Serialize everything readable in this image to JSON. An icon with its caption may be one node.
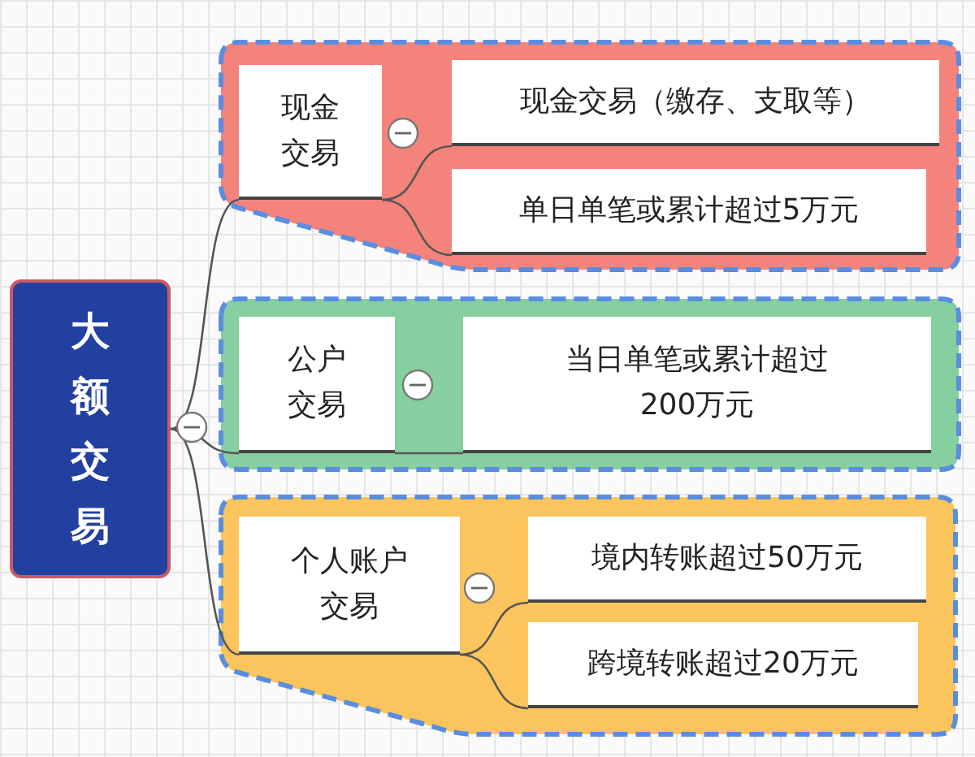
{
  "diagram": {
    "nodes": [
      {
        "text": [
          "大额交易"
        ]
      },
      {
        "text": [],
        "shape": "box"
      },
      {
        "text": [
          "现金交易"
        ],
        "in": 1
      },
      {
        "text": [
          "现金交易（缴存、支取等）"
        ],
        "in": 1
      },
      {
        "text": [
          "单日单笔或累计超过5万元"
        ],
        "in": 1
      },
      {
        "text": [],
        "shape": "box"
      },
      {
        "text": [
          "公户交易"
        ],
        "in": 5
      },
      {
        "text": [
          "当日单笔或累计超过200万元"
        ],
        "in": 5
      },
      {
        "text": [],
        "shape": "box"
      },
      {
        "text": [
          "个人账户交易"
        ],
        "in": 8
      },
      {
        "text": [
          "境内转账超过50万元"
        ],
        "in": 8
      },
      {
        "text": [
          "跨境转账超过20万元"
        ],
        "in": 8
      }
    ],
    "edges": [
      {
        "from": 0,
        "to": 2,
        "arrow": "none"
      },
      {
        "from": 0,
        "to": 6,
        "arrow": "none"
      },
      {
        "from": 0,
        "to": 9,
        "arrow": "none"
      },
      {
        "from": 2,
        "to": 3,
        "arrow": "none"
      },
      {
        "from": 2,
        "to": 4,
        "arrow": "none"
      },
      {
        "from": 6,
        "to": 7,
        "arrow": "none"
      },
      {
        "from": 9,
        "to": 10,
        "arrow": "none"
      },
      {
        "from": 9,
        "to": 11,
        "arrow": "none"
      }
    ]
  }
}
